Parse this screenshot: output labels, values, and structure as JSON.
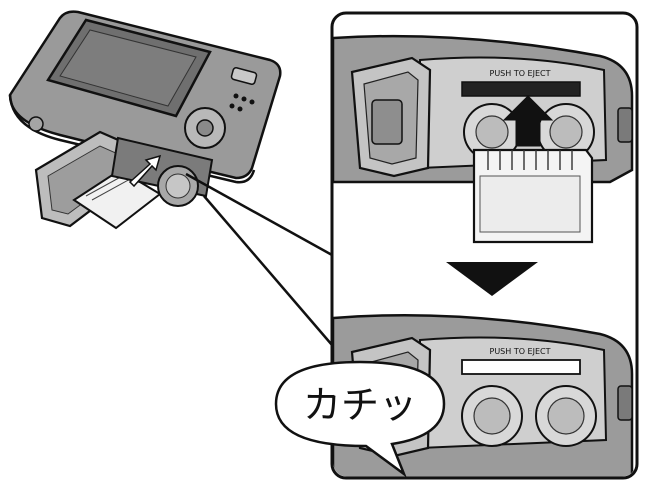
{
  "callout": {
    "sound_text": "カチッ"
  },
  "slot_labels": {
    "top": "PUSH TO EJECT",
    "bottom": "PUSH TO EJECT"
  },
  "colors": {
    "ink": "#111111",
    "body_gray": "#8d8d8d",
    "dark_gray": "#5a5a5a",
    "light_gray": "#d2d2d2",
    "mid_gray": "#b3b3b3"
  },
  "icons": {
    "insert_arrow": "up-arrow-icon",
    "step_arrow": "down-triangle-icon"
  }
}
